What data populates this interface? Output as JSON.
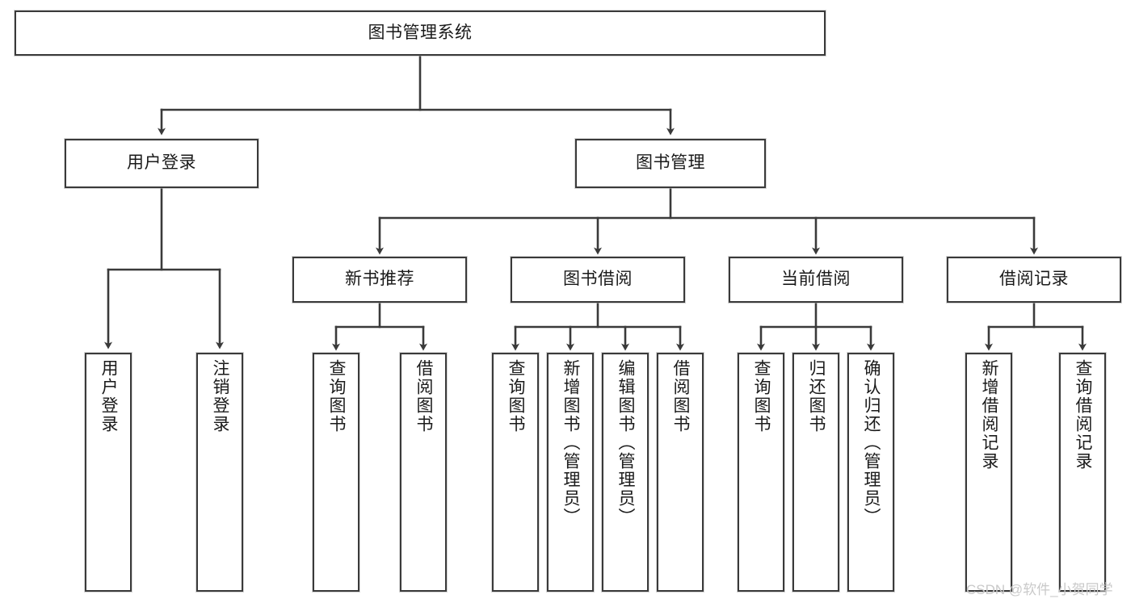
{
  "diagram": {
    "title": "图书管理系统",
    "stroke_color": "#3a3a3a",
    "text_color": "#1a1a1a",
    "background_color": "#ffffff",
    "type": "tree-hierarchy-diagram",
    "levels": 4
  },
  "nodes": {
    "root": {
      "label": "图书管理系统"
    },
    "level2": [
      {
        "label": "用户登录"
      },
      {
        "label": "图书管理"
      }
    ],
    "level3": [
      {
        "label": "新书推荐"
      },
      {
        "label": "图书借阅"
      },
      {
        "label": "当前借阅"
      },
      {
        "label": "借阅记录"
      }
    ],
    "leaves": {
      "user_login": [
        {
          "label": "用户登录"
        },
        {
          "label": "注销登录"
        }
      ],
      "new_book_recommend": [
        {
          "label": "查询图书"
        },
        {
          "label": "借阅图书"
        }
      ],
      "book_borrow": [
        {
          "label": "查询图书"
        },
        {
          "label": "新增图书（管理员）"
        },
        {
          "label": "编辑图书（管理员）"
        },
        {
          "label": "借阅图书"
        }
      ],
      "current_borrow": [
        {
          "label": "查询图书"
        },
        {
          "label": "归还图书"
        },
        {
          "label": "确认归还（管理员）"
        }
      ],
      "borrow_record": [
        {
          "label": "新增借阅记录"
        },
        {
          "label": "查询借阅记录"
        }
      ]
    }
  },
  "watermark": {
    "text": "CSDN @软件_小贺同学"
  }
}
